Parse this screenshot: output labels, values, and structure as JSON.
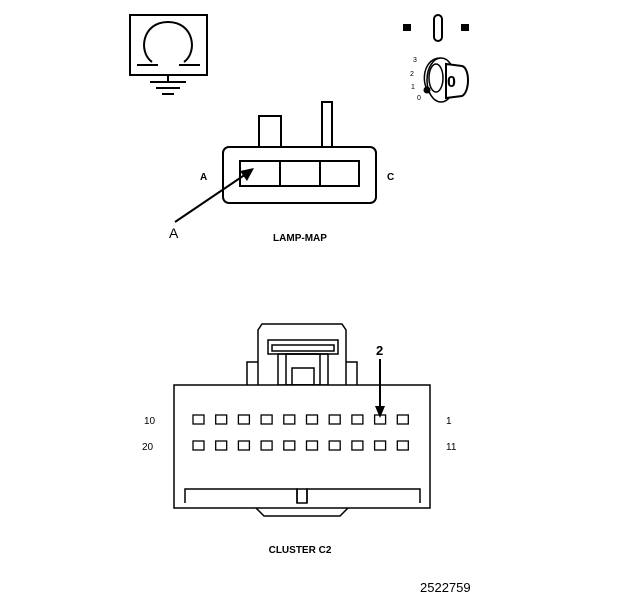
{
  "ohmmeter_symbol": {
    "icon": "ohm-meter-ground-icon"
  },
  "ignition_switch": {
    "icon": "ignition-key-icon",
    "positions": [
      "3",
      "2",
      "1",
      "0"
    ],
    "key_label": "0"
  },
  "lamp_map_connector": {
    "title": "LAMP-MAP",
    "left_label": "A",
    "right_label": "C",
    "callout_label": "A"
  },
  "cluster_c2_connector": {
    "title": "CLUSTER C2",
    "row1_left_label": "10",
    "row1_right_label": "1",
    "row2_left_label": "20",
    "row2_right_label": "11",
    "callout_label": "2",
    "highlighted_pin": "2"
  },
  "figure_number": "2522759"
}
